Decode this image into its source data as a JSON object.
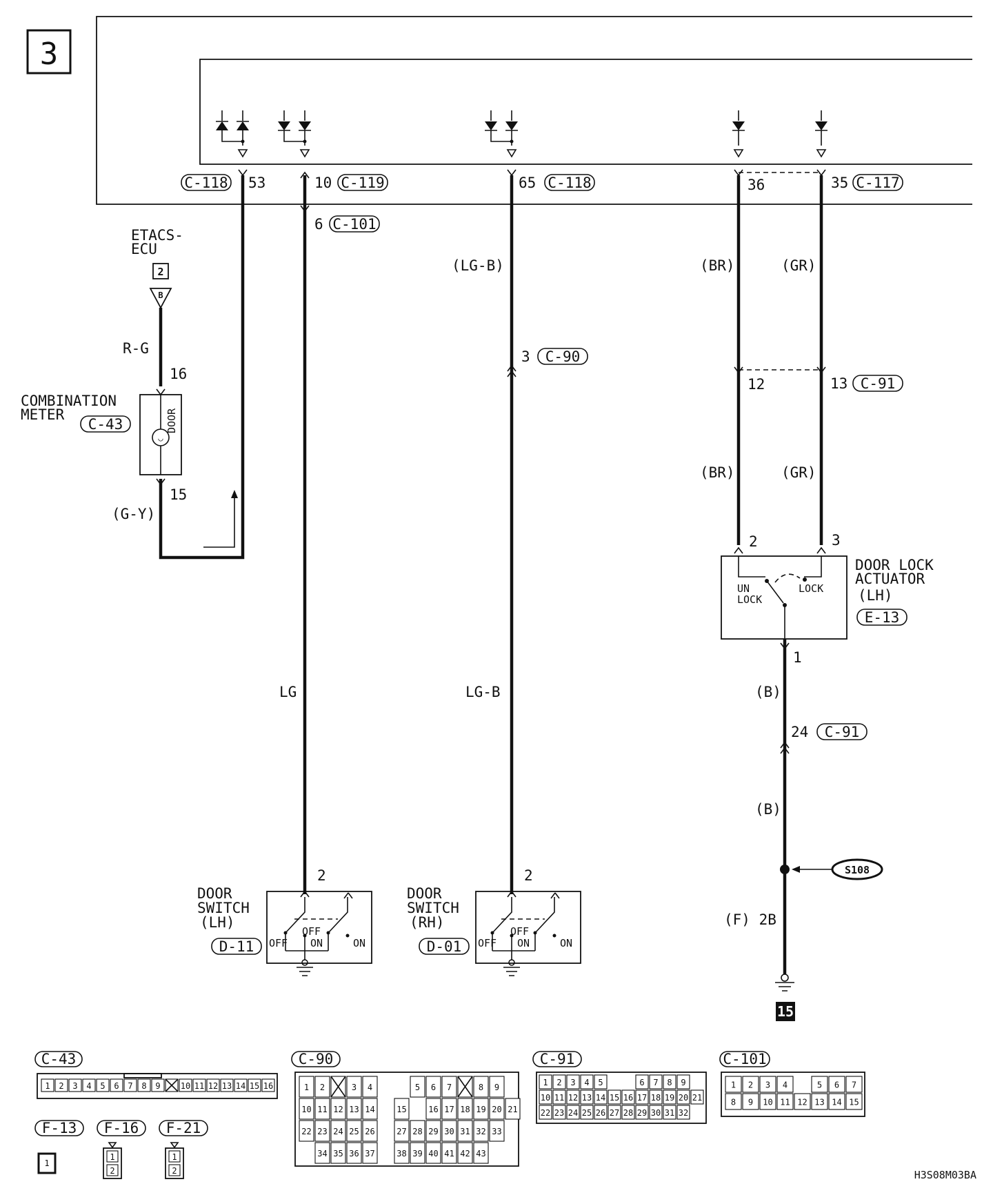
{
  "sheet_number": "3",
  "ground_marker": "15",
  "drawing_code": "H3S08M03BA",
  "top_connectors": [
    {
      "ref": "C-118",
      "pin": "53"
    },
    {
      "ref": "C-119",
      "pin": "10"
    },
    {
      "ref": "C-118",
      "pin": "65"
    },
    {
      "ref": "C-117",
      "pin": "36"
    },
    {
      "ref": "C-117",
      "pin": "35"
    }
  ],
  "components": {
    "etacs_ecu": {
      "line1": "ETACS-",
      "line2": "ECU",
      "page_ref": "2",
      "terminal": "B"
    },
    "combination_meter": {
      "line1": "COMBINATION",
      "line2": "METER",
      "ref": "C-43",
      "indicator": "DOOR",
      "pin_in": "16",
      "pin_out": "15"
    },
    "door_switch_lh": {
      "line1": "DOOR",
      "line2": "SWITCH",
      "line3": "(LH)",
      "ref": "D-11",
      "pin": "2",
      "off": "OFF",
      "on": "ON"
    },
    "door_switch_rh": {
      "line1": "DOOR",
      "line2": "SWITCH",
      "line3": "(RH)",
      "ref": "D-01",
      "pin": "2",
      "off": "OFF",
      "on": "ON"
    },
    "door_lock_actuator": {
      "line1": "DOOR LOCK",
      "line2": "ACTUATOR",
      "line3": "(LH)",
      "ref": "E-13",
      "pin_unlock": "2",
      "pin_lock": "3",
      "pin_gnd": "1",
      "unlock_1": "UN",
      "unlock_2": "LOCK",
      "lock": "LOCK"
    }
  },
  "wires": {
    "meter_in": "R-G",
    "meter_out": "(G-Y)",
    "lh_switch": "LG",
    "lg_b_paren": "(LG-B)",
    "lg_b": "LG-B",
    "br": "(BR)",
    "gr": "(GR)",
    "b": "(B)",
    "ground_point": "(F) 2B"
  },
  "intermediate": {
    "c101": {
      "ref": "C-101",
      "pin": "6"
    },
    "c90": {
      "ref": "C-90",
      "pin": "3"
    },
    "c91_a": {
      "ref": "C-91",
      "pin_br": "12",
      "pin_gr": "13"
    },
    "c91_b": {
      "ref": "C-91",
      "pin": "24"
    },
    "splice": "S108"
  },
  "connector_faces": {
    "c43": {
      "label": "C-43",
      "rows": [
        [
          "1",
          "2",
          "3",
          "4",
          "5",
          "6",
          "7",
          "8",
          "9",
          "X",
          "10",
          "11",
          "12",
          "13",
          "14",
          "15",
          "16"
        ]
      ]
    },
    "c90": {
      "label": "C-90",
      "rows": [
        [
          "1",
          "2",
          "X",
          "3",
          "4",
          "",
          "",
          "5",
          "6",
          "7",
          "X",
          "8",
          "9"
        ],
        [
          "10",
          "11",
          "12",
          "13",
          "14",
          "",
          "15",
          "",
          "16",
          "17",
          "18",
          "19",
          "20",
          "21"
        ],
        [
          "22",
          "23",
          "24",
          "25",
          "26",
          "",
          "27",
          "28",
          "29",
          "30",
          "31",
          "32",
          "33"
        ],
        [
          "",
          "34",
          "35",
          "36",
          "37",
          "",
          "38",
          "39",
          "40",
          "41",
          "42",
          "43"
        ]
      ]
    },
    "c91": {
      "label": "C-91",
      "rows": [
        [
          "1",
          "2",
          "3",
          "4",
          "5",
          "",
          "",
          "6",
          "7",
          "8",
          "9"
        ],
        [
          "10",
          "11",
          "12",
          "13",
          "14",
          "15",
          "16",
          "17",
          "18",
          "19",
          "20",
          "21"
        ],
        [
          "22",
          "23",
          "24",
          "25",
          "26",
          "27",
          "28",
          "29",
          "30",
          "31",
          "32"
        ]
      ]
    },
    "c101": {
      "label": "C-101",
      "rows": [
        [
          "1",
          "2",
          "3",
          "4",
          "",
          "5",
          "6",
          "7"
        ],
        [
          "8",
          "9",
          "10",
          "11",
          "12",
          "13",
          "14",
          "15"
        ]
      ]
    },
    "f13": {
      "label": "F-13",
      "pins": [
        "1"
      ]
    },
    "f16": {
      "label": "F-16",
      "pins": [
        "1",
        "2"
      ]
    },
    "f21": {
      "label": "F-21",
      "pins": [
        "1",
        "2"
      ]
    }
  }
}
